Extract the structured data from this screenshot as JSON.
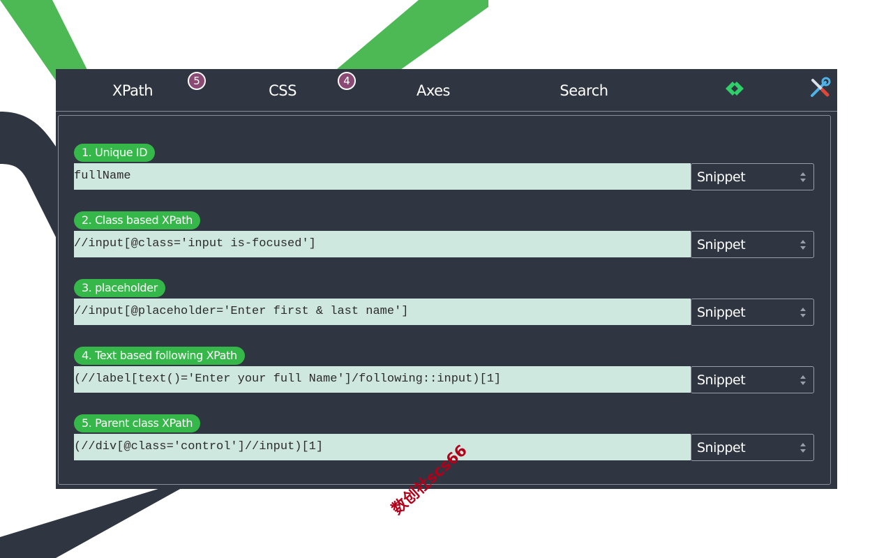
{
  "tabs": [
    {
      "label": "XPath",
      "count": "5"
    },
    {
      "label": "CSS",
      "count": "4"
    },
    {
      "label": "Axes"
    },
    {
      "label": "Search"
    }
  ],
  "icons": {
    "code": "code-brackets-icon",
    "settings": "tools-icon"
  },
  "colors": {
    "panel_bg": "#2f3541",
    "accent_green": "#35b749",
    "field_bg": "#cfe8df",
    "badge_purple": "#8b4a73"
  },
  "results": [
    {
      "label": "1. Unique ID",
      "value": "fullName",
      "snippet": "Snippet"
    },
    {
      "label": "2. Class based XPath",
      "value": "//input[@class='input is-focused']",
      "snippet": "Snippet"
    },
    {
      "label": "3. placeholder",
      "value": "//input[@placeholder='Enter first & last name']",
      "snippet": "Snippet"
    },
    {
      "label": "4. Text based following XPath",
      "value": "(//label[text()='Enter your full Name']/following::input)[1]",
      "snippet": "Snippet"
    },
    {
      "label": "5. Parent class XPath",
      "value": "(//div[@class='control']//input)[1]",
      "snippet": "Snippet"
    }
  ],
  "watermark": "数创社scs66"
}
